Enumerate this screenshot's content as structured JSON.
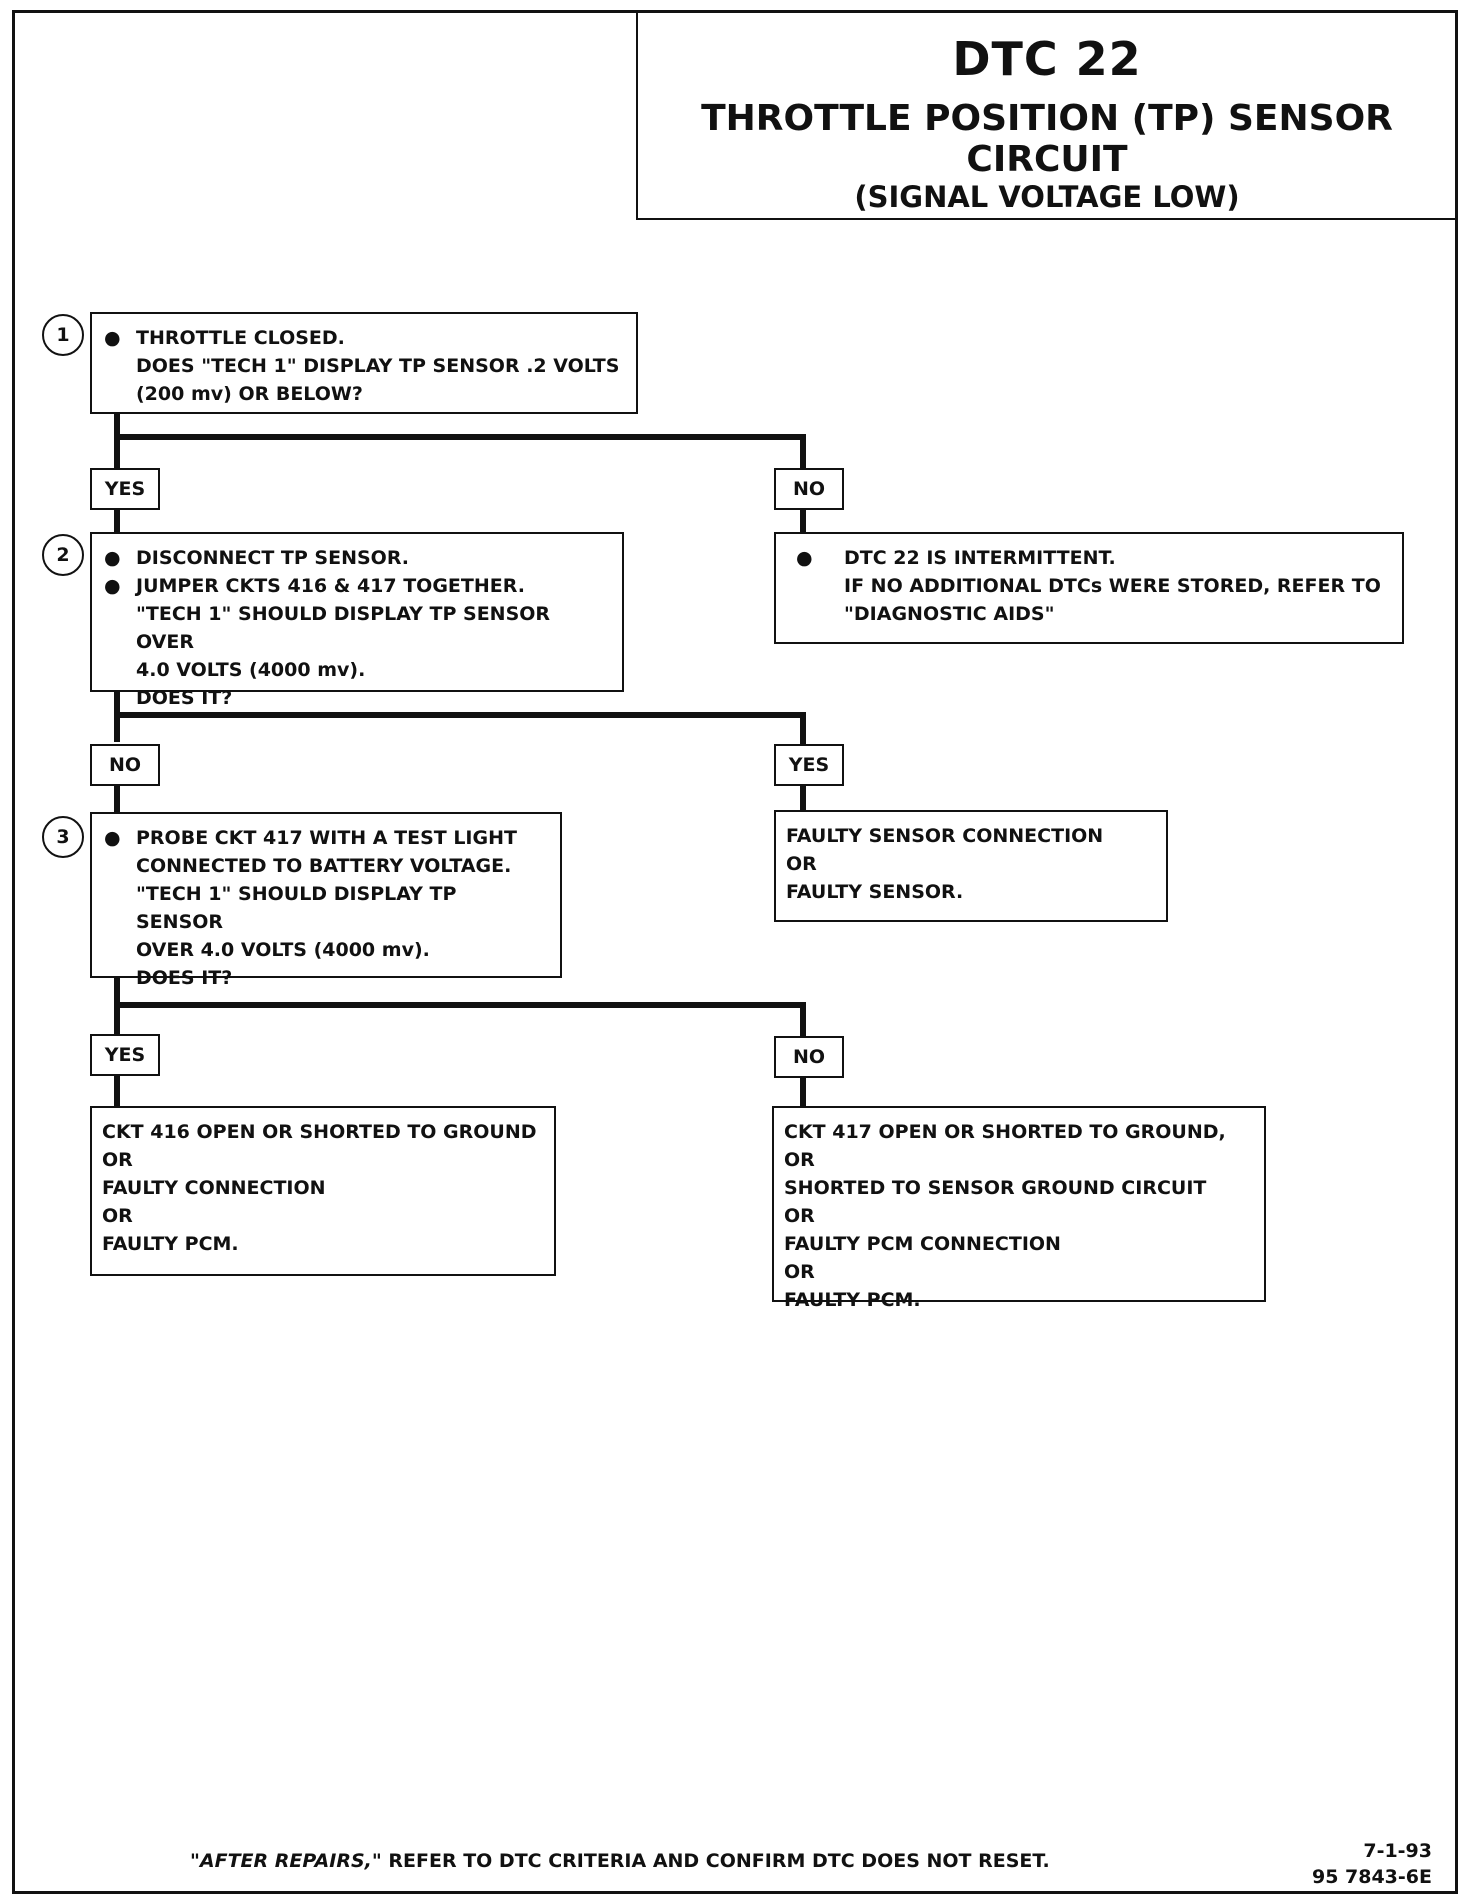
{
  "title": {
    "code": "DTC 22",
    "name": "THROTTLE POSITION (TP) SENSOR CIRCUIT",
    "condition": "(SIGNAL VOLTAGE LOW)"
  },
  "steps": [
    {
      "number": "1",
      "bullets": [
        {
          "text": "THROTTLE CLOSED.",
          "cont": [
            "DOES \"TECH 1\" DISPLAY TP SENSOR .2  VOLTS",
            "(200 mv) OR BELOW?"
          ]
        }
      ]
    },
    {
      "number": "2",
      "bullets": [
        {
          "text": "DISCONNECT TP SENSOR.",
          "cont": []
        },
        {
          "text": "JUMPER CKTS 416 & 417 TOGETHER.",
          "cont": [
            "\"TECH 1\" SHOULD DISPLAY TP SENSOR OVER",
            "4.0 VOLTS  (4000 mv).",
            "DOES IT?"
          ]
        }
      ]
    },
    {
      "number": "3",
      "bullets": [
        {
          "text": "PROBE CKT 417 WITH A TEST LIGHT",
          "cont": [
            "CONNECTED TO BATTERY VOLTAGE.",
            "\"TECH 1\"  SHOULD DISPLAY TP SENSOR",
            "OVER 4.0 VOLTS (4000 mv).",
            "DOES IT?"
          ]
        }
      ]
    }
  ],
  "branch_labels": {
    "s1_yes": "YES",
    "s1_no": "NO",
    "s2_no": "NO",
    "s2_yes": "YES",
    "s3_yes": "YES",
    "s3_no": "NO"
  },
  "outcomes": {
    "intermittent": {
      "bullet": "DTC 22 IS INTERMITTENT.",
      "cont": [
        "IF NO ADDITIONAL DTCs WERE STORED, REFER  TO",
        "\"DIAGNOSTIC AIDS\""
      ]
    },
    "faulty_sensor": [
      "FAULTY SENSOR CONNECTION",
      "OR",
      "FAULTY SENSOR."
    ],
    "ckt416": [
      "CKT 416 OPEN OR SHORTED TO GROUND",
      "OR",
      "FAULTY CONNECTION",
      "OR",
      "FAULTY PCM."
    ],
    "ckt417": [
      "CKT 417 OPEN OR SHORTED TO GROUND, OR",
      "SHORTED TO SENSOR GROUND CIRCUIT",
      "OR",
      "FAULTY PCM CONNECTION",
      "OR",
      "FAULTY PCM."
    ]
  },
  "footer": {
    "emph": "\"AFTER REPAIRS,\"",
    "rest": " REFER TO DTC CRITERIA  AND CONFIRM DTC DOES NOT RESET."
  },
  "doc_code": {
    "date": "7-1-93",
    "number": "95 7843-6E"
  }
}
